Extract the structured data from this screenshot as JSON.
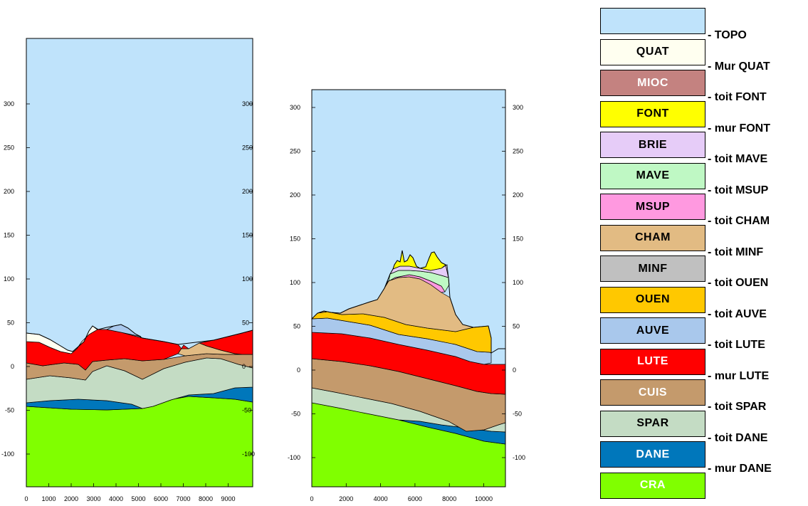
{
  "sections": [
    {
      "y_ticks": [
        "300",
        "250",
        "200",
        "150",
        "100",
        "50",
        "0",
        "-50",
        "-100"
      ],
      "x_ticks": [
        "0",
        "1000",
        "2000",
        "3000",
        "4000",
        "5000",
        "6000",
        "7000",
        "8000",
        "9000"
      ]
    },
    {
      "y_ticks": [
        "300",
        "250",
        "200",
        "150",
        "100",
        "50",
        "0",
        "-50",
        "-100"
      ],
      "x_ticks": [
        "0",
        "2000",
        "4000",
        "6000",
        "8000",
        "10000"
      ]
    }
  ],
  "legend": {
    "units": [
      {
        "label": "",
        "color": "#bfe3fb",
        "text_color": "#000000"
      },
      {
        "label": "QUAT",
        "color": "#fffff0",
        "text_color": "#000000"
      },
      {
        "label": "MIOC",
        "color": "#c48280",
        "text_color": "#ffffff"
      },
      {
        "label": "FONT",
        "color": "#ffff00",
        "text_color": "#000000"
      },
      {
        "label": "BRIE",
        "color": "#e6ccf8",
        "text_color": "#000000"
      },
      {
        "label": "MAVE",
        "color": "#bff8c4",
        "text_color": "#000000"
      },
      {
        "label": "MSUP",
        "color": "#ff99e0",
        "text_color": "#000000"
      },
      {
        "label": "CHAM",
        "color": "#e2bb83",
        "text_color": "#000000"
      },
      {
        "label": "MINF",
        "color": "#c0c0c0",
        "text_color": "#000000"
      },
      {
        "label": "OUEN",
        "color": "#ffc800",
        "text_color": "#000000"
      },
      {
        "label": "AUVE",
        "color": "#a9c8ec",
        "text_color": "#000000"
      },
      {
        "label": "LUTE",
        "color": "#ff0000",
        "text_color": "#ffffff"
      },
      {
        "label": "CUIS",
        "color": "#c49a6c",
        "text_color": "#ffffff"
      },
      {
        "label": "SPAR",
        "color": "#c4dcc4",
        "text_color": "#000000"
      },
      {
        "label": "DANE",
        "color": "#0077bb",
        "text_color": "#ffffff"
      },
      {
        "label": "CRA",
        "color": "#80ff00",
        "text_color": "#ffffff"
      }
    ],
    "boundaries": [
      "- TOPO",
      "- Mur QUAT",
      "- toit FONT",
      "- mur FONT",
      "- toit MAVE",
      "- toit MSUP",
      "- toit CHAM",
      "- toit MINF",
      "- toit OUEN",
      "- toit AUVE",
      "- toit LUTE",
      "- mur LUTE",
      "- toit SPAR",
      "- toit DANE",
      "- mur DANE"
    ]
  }
}
